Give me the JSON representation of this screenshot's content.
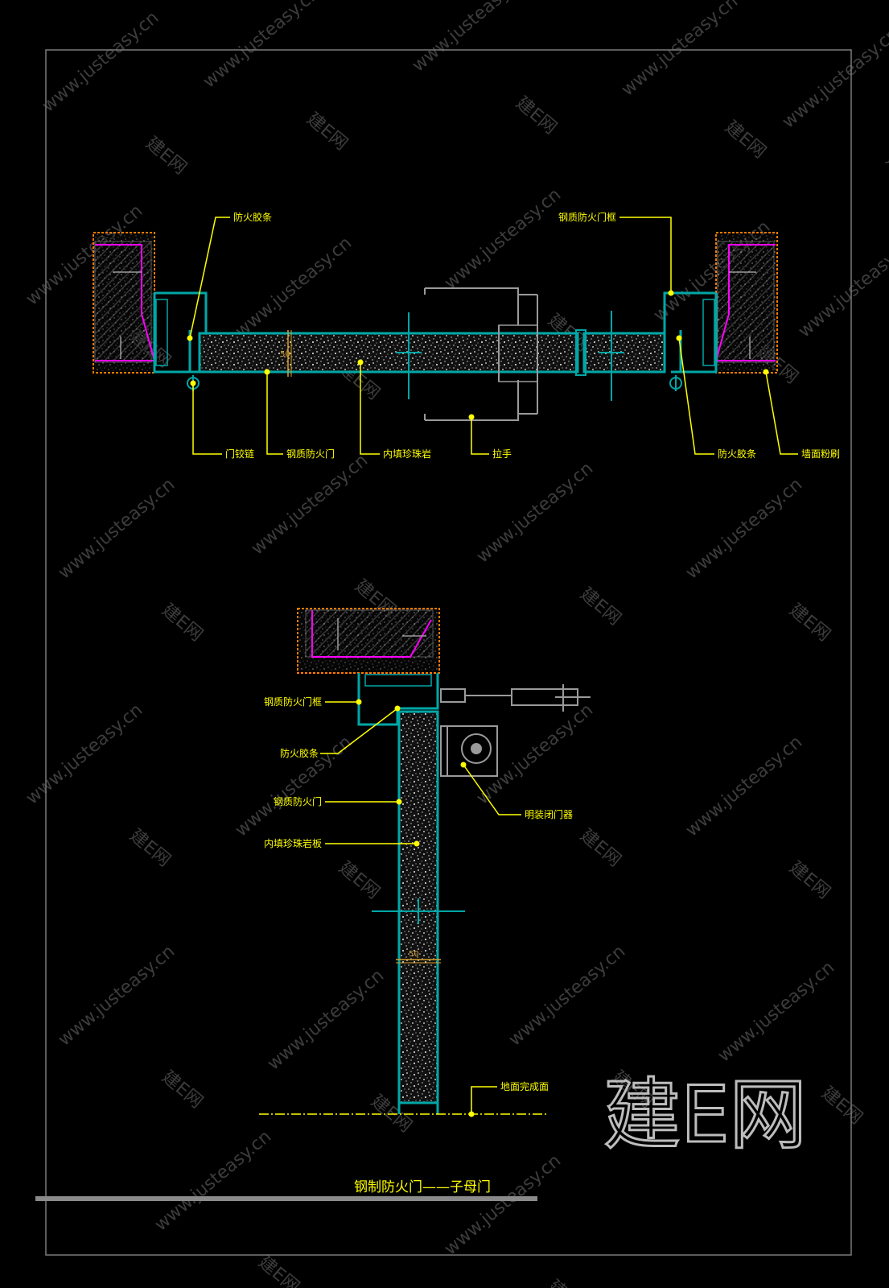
{
  "labels": {
    "plan": {
      "fire_strip_left": "防火胶条",
      "frame_right": "钢质防火门框",
      "hinge": "门铰链",
      "steel_door": "钢质防火门",
      "perlite_fill": "内填珍珠岩",
      "handle": "拉手",
      "fire_strip_right": "防火胶条",
      "wall_plaster": "墙面粉刷"
    },
    "section": {
      "frame": "钢质防火门框",
      "fire_strip": "防火胶条",
      "steel_door": "钢质防火门",
      "perlite_panel": "内填珍珠岩板",
      "closer": "明装闭门器",
      "floor_finish": "地面完成面"
    }
  },
  "dimensions": {
    "plan_thickness": "50",
    "section_thickness": "50"
  },
  "title": "钢制防火门——子母门",
  "watermark": {
    "logo": "建E网",
    "site": "www.justeasy.cn",
    "brand": "建E网"
  },
  "colors": {
    "background": "#000000",
    "frame": "#00a7a7",
    "label": "#ffff00",
    "leader": "#ffff00",
    "border": "#7a7a7a",
    "liner": "#ff00ff",
    "render": "#ff7a00",
    "hardware": "#9a9a9a"
  }
}
